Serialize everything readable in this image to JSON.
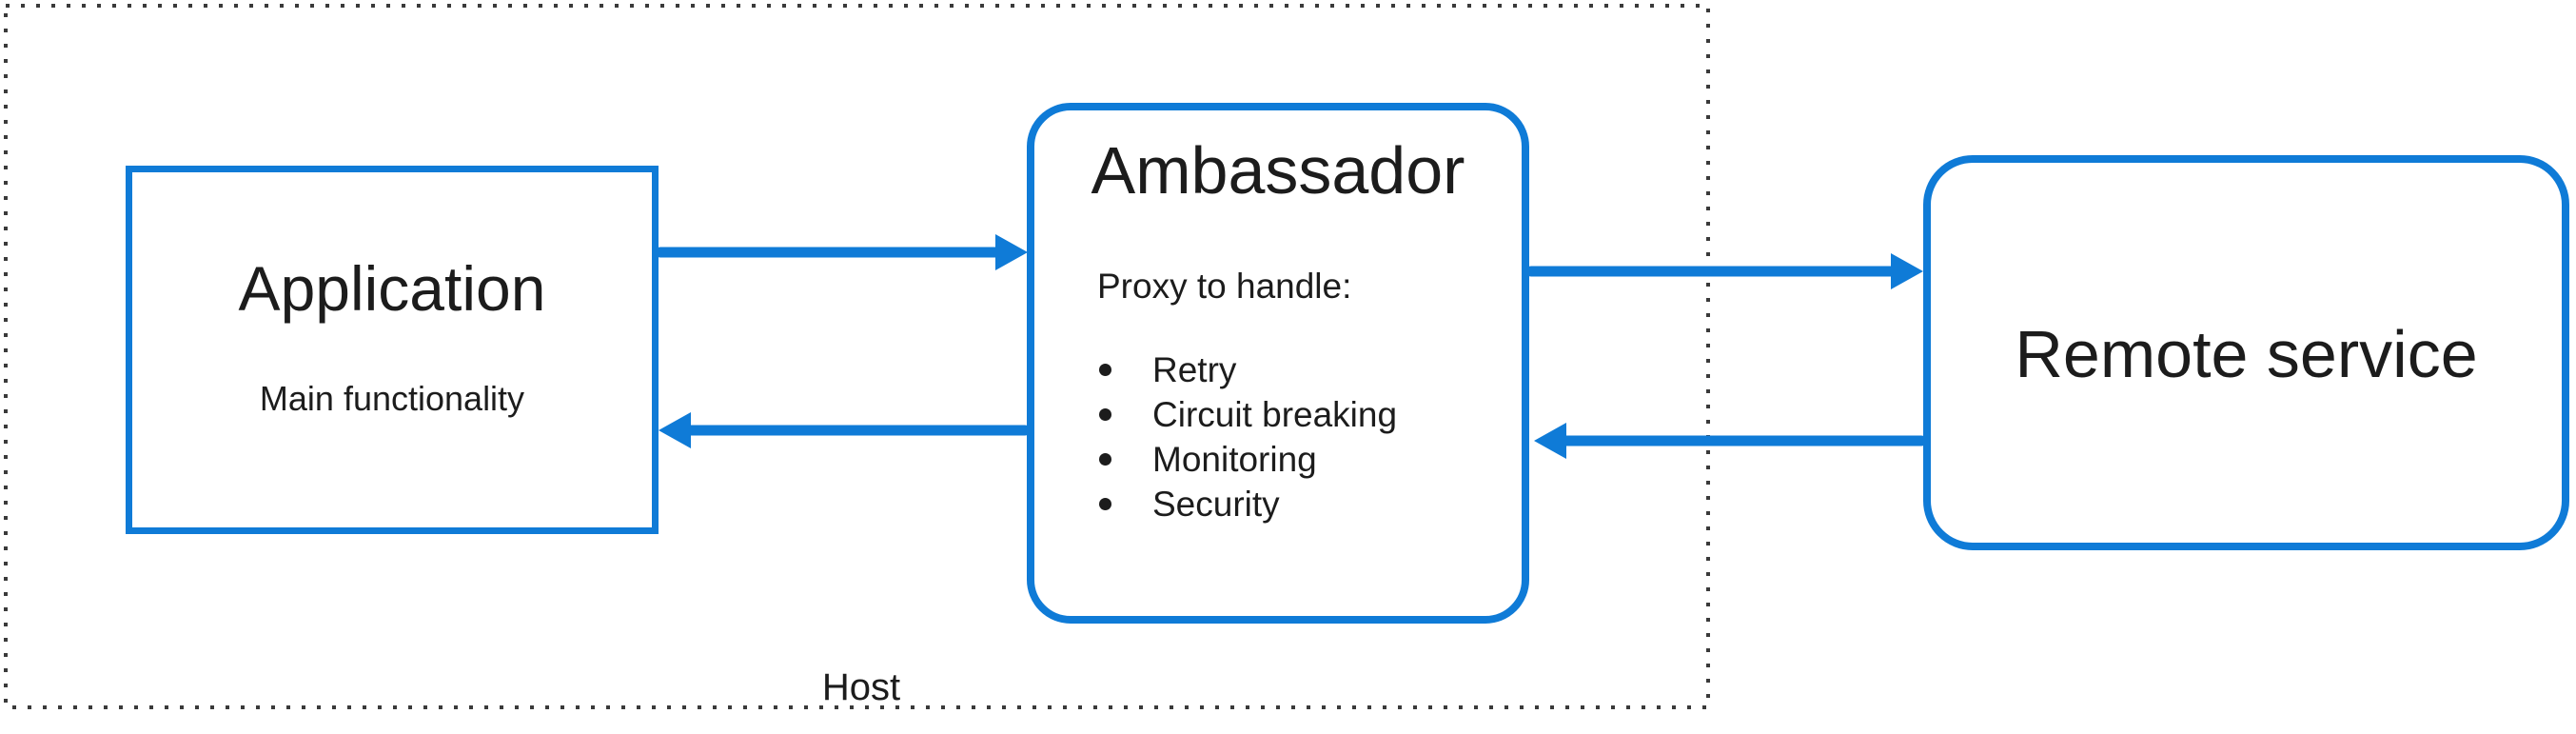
{
  "diagram": {
    "host_label": "Host",
    "application": {
      "title": "Application",
      "subtitle": "Main functionality"
    },
    "ambassador": {
      "title": "Ambassador",
      "intro": "Proxy to handle:",
      "items": [
        "Retry",
        "Circuit breaking",
        "Monitoring",
        "Security"
      ]
    },
    "remote_service": {
      "title": "Remote service"
    },
    "arrows": [
      {
        "from": "application",
        "to": "ambassador"
      },
      {
        "from": "ambassador",
        "to": "application"
      },
      {
        "from": "ambassador",
        "to": "remote_service"
      },
      {
        "from": "remote_service",
        "to": "ambassador"
      }
    ],
    "colors": {
      "accent_blue": "#0f7bd7",
      "text": "#1c1c1c",
      "host_border_dots": "#3a3a3a"
    }
  }
}
